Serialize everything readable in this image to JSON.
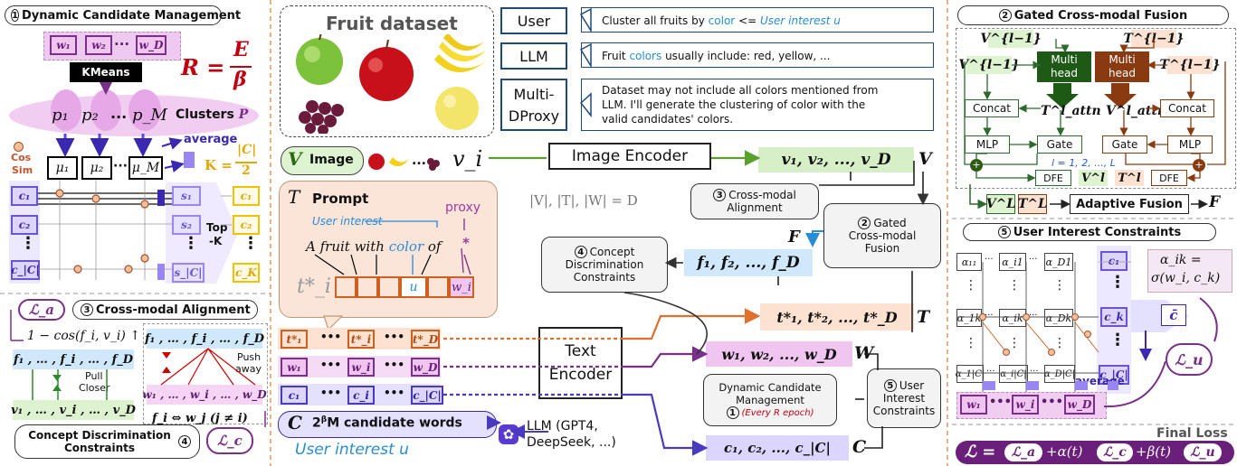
{
  "colors": {
    "green": "#5aa02c",
    "orange": "#e0702a",
    "purple": "#7a2f8a",
    "blue_purple": "#4a3ac0",
    "teal": "#2a8cd6",
    "brown": "#8a3a10",
    "dark_green": "#2d5a16"
  },
  "left": {
    "title_num": "1",
    "title": "Dynamic Candidate Management",
    "w1": "w₁",
    "w2": "w₂",
    "wd": "w_D",
    "wdots": "···",
    "kmeans": "KMeans",
    "formula_R": "R =",
    "formula_num": "E",
    "formula_den": "β",
    "p1": "p₁",
    "p2": "p₂",
    "pm": "p_M",
    "pdots": "···",
    "clusters": "Clusters",
    "clusters_sym": "P",
    "cos": "Cos",
    "sim": "Sim",
    "mu1": "μ₁",
    "mu2": "μ₂",
    "mum": "μ_M",
    "mudots": "···",
    "average": "average",
    "K_eq": "K =",
    "K_num": "|C|",
    "K_den": "2",
    "c1": "c₁",
    "c2": "c₂",
    "cC": "c_|C|",
    "vdots": "⋮",
    "s1": "s₁",
    "s2": "s₂",
    "sC": "s_|C|",
    "top": "Top",
    "k": "-K",
    "y1": "c₁",
    "y2": "c₂",
    "yK": "c_K"
  },
  "align": {
    "la": "ℒ_a",
    "title_num": "3",
    "title": "Cross-modal Alignment",
    "loss_eq": "1 − cos(f_i, v_i) ↑",
    "f_row": "f₁ , … , f_i , … , f_D",
    "pull": "Pull",
    "closer": "Closer",
    "v_row": "v₁ , … , v_i , … , v_D",
    "f_row2": "f₁ , … , f_i , … , f_D",
    "push": "Push",
    "away": "away",
    "w_row": "w₁ , … , w_i , … , w_D",
    "fw": "f_i ⇔ w_j (j ≠ i)",
    "cdc_title": "Concept Discrimination Constraints",
    "cdc_num": "4",
    "lc": "ℒ_c"
  },
  "mid": {
    "fruit_title": "Fruit dataset",
    "user": "User",
    "user_text_a": "Cluster all fruits by",
    "user_text_color": "color",
    "user_text_b": "<=",
    "user_text_c": "User interest u",
    "llm": "LLM",
    "llm_text_a": "Fruit",
    "llm_text_color": "colors",
    "llm_text_b": "usually include: red, yellow, ...",
    "multi": "Multi-",
    "dproxy": "DProxy",
    "mdp_text_1": "Dataset may not include all colors mentioned from",
    "mdp_text_2": "LLM. I'll generate the clustering of color with the",
    "mdp_text_3": "valid candidates' colors.",
    "V": "V",
    "image": "Image",
    "img_dots": "...",
    "vi": "v_i",
    "image_encoder": "Image Encoder",
    "v_out": "v₁, v₂, ..., v_D",
    "V_out": "V",
    "prompt_T": "T",
    "prompt": "Prompt",
    "proxy": "proxy",
    "user_interest": "User interest",
    "sentence_a": "A  fruit with",
    "sentence_color": "color",
    "sentence_of": "of",
    "star": "*",
    "ti": "t*_i",
    "u": "u",
    "wi": "w_i",
    "size_eq": "|V|, |T|, |W| = D",
    "cma_num": "3",
    "cma_1": "Cross-modal",
    "cma_2": "Alignment",
    "gcf_num": "2",
    "gcf_1": "Gated",
    "gcf_2": "Cross-modal",
    "gcf_3": "Fusion",
    "F": "F",
    "f_out": "f₁, f₂, ..., f_D",
    "cdc_num": "4",
    "cdc_1": "Concept",
    "cdc_2": "Discrimination",
    "cdc_3": "Constraints",
    "t_out": "t*₁, t*₂, ..., t*_D",
    "T_out": "T",
    "t1": "t*₁",
    "tim": "t*_i",
    "tD": "t*_D",
    "w1": "w₁",
    "wD": "w_D",
    "c1": "c₁",
    "ci": "c_i",
    "cC": "c_|C|",
    "dots": "•••",
    "text_enc_1": "Text",
    "text_enc_2": "Encoder",
    "w_out": "w₁, w₂, ..., w_D",
    "W_out": "W",
    "C": "C",
    "cand": "2",
    "cand_sup": "β",
    "cand_rest": "M candidate words",
    "user_interest_u": "User interest u",
    "llm_name_1": "LLM (GPT4,",
    "llm_name_2": "DeepSeek, ...)",
    "dcm_1": "Dynamic Candidate",
    "dcm_2": "Management",
    "dcm_num": "1",
    "dcm_3": "(Every R epoch)",
    "uic_num": "5",
    "uic_1": "User",
    "uic_2": "Interest",
    "uic_3": "Constraints",
    "c_out": "c₁, c₂, ..., c_|C|",
    "C_out": "C"
  },
  "right": {
    "gcf_num": "2",
    "gcf_title": "Gated Cross-modal Fusion",
    "Vl1_top": "V^{l−1}",
    "Tl1_top": "T^{l−1}",
    "Vl1": "V^{l−1}",
    "Tl1": "T^{l−1}",
    "multi1": "Multi",
    "head1": "head",
    "multi2": "Multi",
    "head2": "head",
    "Tattn": "T^l_attn",
    "Vattn": "V^l_attn",
    "concat1": "Concat",
    "concat2": "Concat",
    "mlp1": "MLP",
    "gate1": "Gate",
    "gate2": "Gate",
    "mlp2": "MLP",
    "layers": "l = 1, 2, ..., L",
    "dfe1": "DFE",
    "Vl": "V^l",
    "Tl": "T^l",
    "dfe2": "DFE",
    "VL": "V^L",
    "TL": "T^L",
    "adaptive": "Adaptive Fusion",
    "F": "F",
    "uic_num": "5",
    "uic_title": "User Interest Constraints",
    "a11": "α₁₁",
    "ai1": "α_i1",
    "aD1": "α_D1",
    "a1k": "α_1k",
    "aik": "α_ik",
    "aDk": "α_Dk",
    "a1C": "α_1|C|",
    "aiC": "α_i|C|",
    "aDC": "α_D|C|",
    "adots": "···",
    "c1": "c₁",
    "ck": "c_k",
    "cC": "c_|C|",
    "alpha_eq_1": "α_ik =",
    "alpha_eq_2": "σ(w_i, c_k)",
    "cbar": "c̄",
    "lu": "ℒ_u",
    "average": "average",
    "w1": "w₁",
    "wi": "w_i",
    "wD": "w_D",
    "final_loss": "Final Loss",
    "L": "ℒ =",
    "La": "ℒ_a",
    "plus_alpha": "+α(t)",
    "Lc": "ℒ_c",
    "plus_beta": "+β(t)",
    "Lu": "ℒ_u"
  }
}
